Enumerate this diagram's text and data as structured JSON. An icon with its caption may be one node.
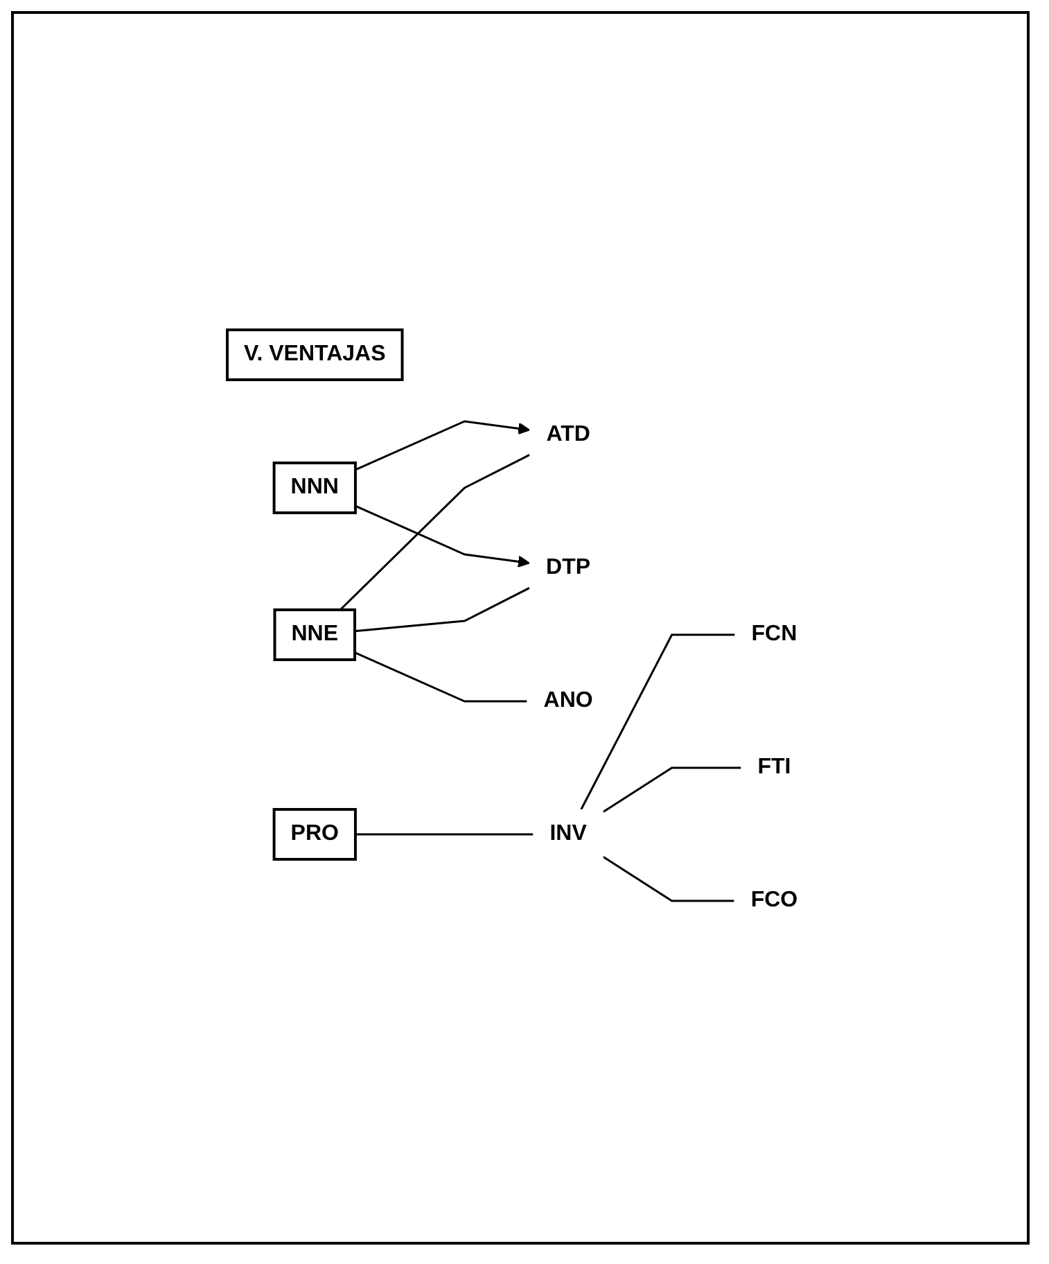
{
  "diagram": {
    "nodes": [
      {
        "text": [
          "V. VENTAJAS"
        ]
      },
      {
        "text": [
          "NNE"
        ]
      },
      {
        "text": [
          "ATD"
        ]
      },
      {
        "text": [
          "DTP"
        ]
      },
      {
        "text": [
          "ANO"
        ]
      },
      {
        "text": [
          "NNN"
        ]
      },
      {
        "text": [
          "PRO"
        ]
      },
      {
        "text": [
          "INV"
        ]
      },
      {
        "text": [
          "FCN"
        ]
      },
      {
        "text": [
          "FTI"
        ]
      },
      {
        "text": [
          "FCO"
        ]
      }
    ],
    "edges": [
      {
        "from": 1,
        "to": 2,
        "arrow": "none"
      },
      {
        "from": 1,
        "to": 3,
        "arrow": "none"
      },
      {
        "from": 1,
        "to": 4,
        "arrow": "none"
      },
      {
        "from": 5,
        "to": 2,
        "arrow": "to"
      },
      {
        "from": 5,
        "to": 3,
        "arrow": "to"
      },
      {
        "from": 6,
        "to": 7,
        "arrow": "none"
      },
      {
        "from": 7,
        "to": 8,
        "arrow": "none"
      },
      {
        "from": 7,
        "to": 9,
        "arrow": "none"
      },
      {
        "from": 7,
        "to": 10,
        "arrow": "none"
      }
    ]
  }
}
